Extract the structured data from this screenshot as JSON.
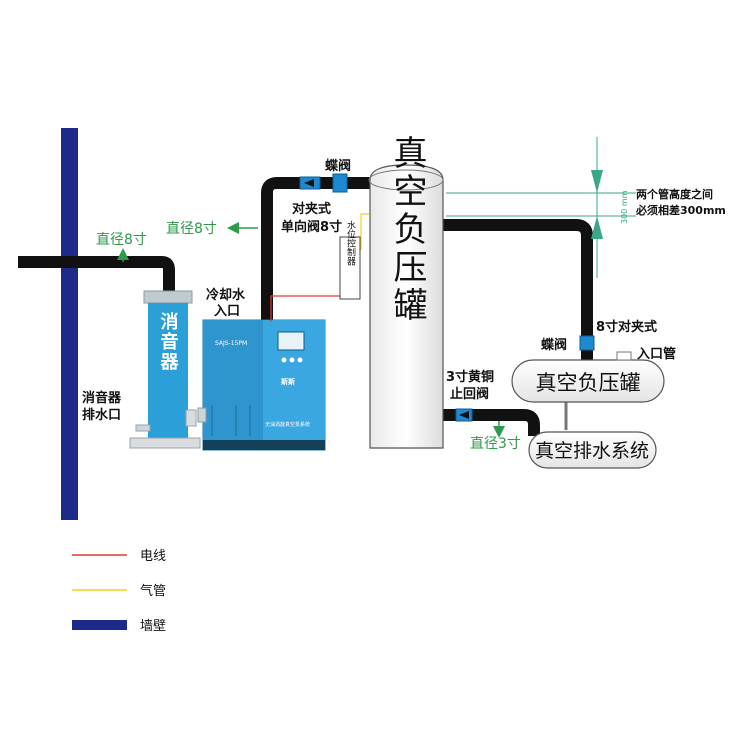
{
  "labels": {
    "muffler_outlet_diameter": "直径8寸",
    "compressor_outlet_diameter": "直径8寸",
    "butterfly_valve_top": "蝶阀",
    "wafer_check_valve_line1": "对夹式",
    "wafer_check_valve_line2": "单向阀8寸",
    "water_level_controller": "水位控制器",
    "cooling_water_inlet_line1": "冷却水",
    "cooling_water_inlet_line2": "入口",
    "muffler": "消音器",
    "muffler_drain_line1": "消音器",
    "muffler_drain_line2": "排水口",
    "big_tank": "真空负压罐",
    "height_note_line1": "两个管高度之间",
    "height_note_line2": "必须相差300mm",
    "height_dim": "300 mm",
    "butterfly_valve_right": "蝶阀",
    "wafer_8in": "8寸对夹式",
    "inlet_pipe": "入口管",
    "small_tank": "真空负压罐",
    "brass_check_valve_line1": "3寸黄铜",
    "brass_check_valve_line2": "止回阀",
    "drain_diameter": "直径3寸",
    "drain_system": "真空排水系统",
    "compressor_model": "SAJS-15PM",
    "compressor_panel": "无油涡旋真空泵系统",
    "compressor_brand": "斯斯"
  },
  "legend": [
    {
      "label": "电线",
      "color": "#e03a3a"
    },
    {
      "label": "气管",
      "color": "#f2d21c"
    },
    {
      "label": "墙壁",
      "color": "#1d2a8a"
    }
  ],
  "colors": {
    "pipe": "#111111",
    "wall": "#1d2a8a",
    "equipment_blue": "#2a9fd8",
    "valve_blue": "#1e88d0",
    "label_green": "#2e9a4a",
    "dimension_green": "#3aa78a"
  }
}
